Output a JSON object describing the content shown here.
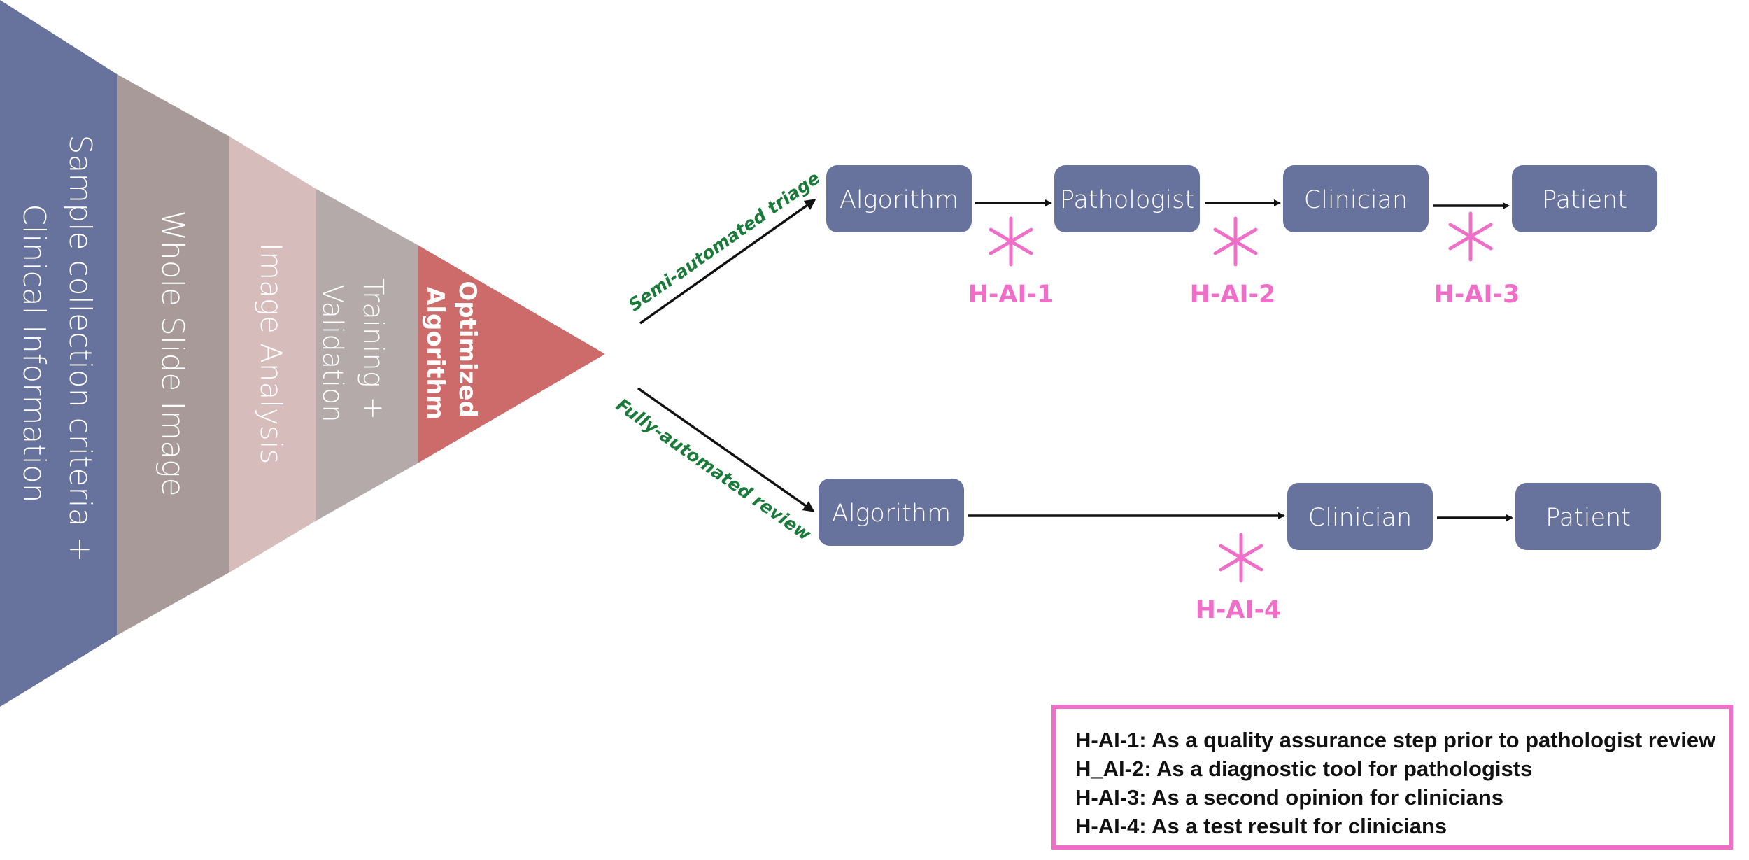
{
  "funnel": {
    "layers": [
      {
        "label_line1": "Sample collection criteria +",
        "label_line2": "Clinical Information",
        "color": "#67739c"
      },
      {
        "label_line1": "Whole Slide Image",
        "label_line2": "",
        "color": "#a89a99"
      },
      {
        "label_line1": "Image Analysis",
        "label_line2": "",
        "color": "#d6bdbc"
      },
      {
        "label_line1": "Training +",
        "label_line2": "Validation",
        "color": "#b5aaaa"
      },
      {
        "label_line1": "Optimized",
        "label_line2": "Algorithm",
        "color": "#cd6a6a"
      }
    ]
  },
  "branches": {
    "semi": {
      "label": "Semi-automated triage"
    },
    "fully": {
      "label": "Fully-automated review"
    }
  },
  "top_flow": {
    "nodes": [
      "Algorithm",
      "Pathologist",
      "Clinician",
      "Patient"
    ],
    "markers": [
      "H-AI-1",
      "H-AI-2",
      "H-AI-3"
    ]
  },
  "bottom_flow": {
    "nodes": [
      "Algorithm",
      "Clinician",
      "Patient"
    ],
    "markers": [
      "H-AI-4"
    ]
  },
  "legend": {
    "items": [
      "H-AI-1: As a quality assurance step prior to pathologist review",
      "H_AI-2: As a diagnostic tool for pathologists",
      "H-AI-3: As a second opinion for clinicians",
      "H-AI-4: As a test result for clinicians"
    ]
  },
  "colors": {
    "node_fill": "#67739c",
    "marker": "#ef6fc8",
    "branch_label": "#1a7a3a",
    "arrow": "#111111"
  }
}
